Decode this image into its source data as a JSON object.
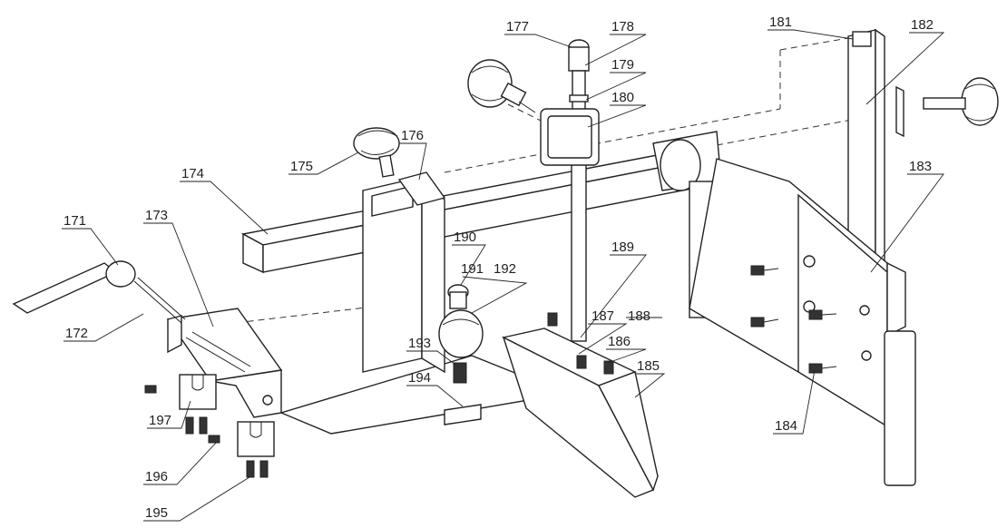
{
  "diagram": {
    "heading": "",
    "callouts": [
      {
        "id": "171",
        "label": "171"
      },
      {
        "id": "172",
        "label": "172"
      },
      {
        "id": "173",
        "label": "173"
      },
      {
        "id": "174",
        "label": "174"
      },
      {
        "id": "175",
        "label": "175"
      },
      {
        "id": "176",
        "label": "176"
      },
      {
        "id": "177",
        "label": "177"
      },
      {
        "id": "178",
        "label": "178"
      },
      {
        "id": "179",
        "label": "179"
      },
      {
        "id": "180",
        "label": "180"
      },
      {
        "id": "181",
        "label": "181"
      },
      {
        "id": "182",
        "label": "182"
      },
      {
        "id": "183",
        "label": "183"
      },
      {
        "id": "184",
        "label": "184"
      },
      {
        "id": "185",
        "label": "185"
      },
      {
        "id": "186",
        "label": "186"
      },
      {
        "id": "187",
        "label": "187"
      },
      {
        "id": "188",
        "label": "188"
      },
      {
        "id": "189",
        "label": "189"
      },
      {
        "id": "190",
        "label": "190"
      },
      {
        "id": "191",
        "label": "191"
      },
      {
        "id": "192",
        "label": "192"
      },
      {
        "id": "193",
        "label": "193"
      },
      {
        "id": "194",
        "label": "194"
      },
      {
        "id": "195",
        "label": "195"
      },
      {
        "id": "196",
        "label": "196"
      },
      {
        "id": "197",
        "label": "197"
      }
    ]
  }
}
